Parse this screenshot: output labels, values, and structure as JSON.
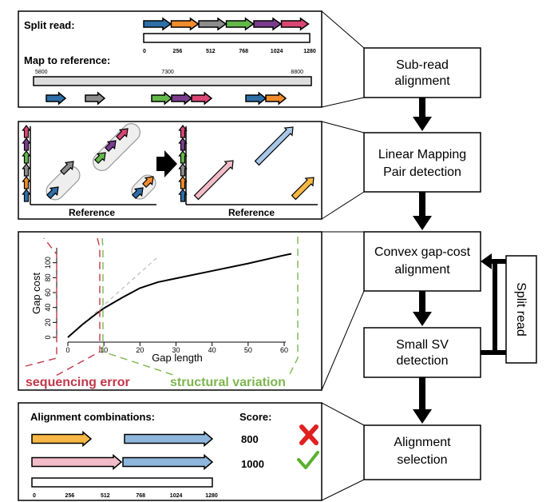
{
  "panel1": {
    "split_read_label": "Split read:",
    "map_label": "Map to reference:",
    "read_ticks": [
      "0",
      "256",
      "512",
      "768",
      "1024",
      "1280"
    ],
    "ref_ticks": [
      "5800",
      "7300",
      "8800"
    ],
    "segment_colors": [
      "#2e6fa8",
      "#f08c2b",
      "#8c8c8c",
      "#63b84a",
      "#7b3c8e",
      "#d94674"
    ]
  },
  "panel2": {
    "xlabel_left": "Reference",
    "xlabel_right": "Reference"
  },
  "panel3": {
    "ylabel": "Gap cost",
    "xlabel": "Gap length",
    "x_ticks": [
      "0",
      "10",
      "20",
      "30",
      "40",
      "50",
      "60"
    ],
    "y_ticks": [
      "0",
      "20",
      "40",
      "60",
      "80",
      "100"
    ],
    "label_seq_error": "sequencing error",
    "label_sv": "structural variation",
    "color_seq_error": "#c0394b",
    "color_sv": "#7db64e"
  },
  "panel4": {
    "combinations_label": "Alignment combinations:",
    "score_label": "Score:",
    "scores": [
      "800",
      "1000"
    ],
    "read_ticks": [
      "0",
      "256",
      "512",
      "768",
      "1024",
      "1280"
    ]
  },
  "flow": {
    "step1": [
      "Sub-read",
      "alignment"
    ],
    "step2": [
      "Linear Mapping",
      "Pair detection"
    ],
    "step3": [
      "Convex gap-cost",
      "alignment"
    ],
    "step4": [
      "Small SV",
      "detection"
    ],
    "step5": [
      "Alignment",
      "selection"
    ],
    "side_label": "Split read"
  },
  "chart_data": {
    "type": "line",
    "xlabel": "Gap length",
    "ylabel": "Gap cost",
    "xlim": [
      0,
      62
    ],
    "ylim": [
      0,
      120
    ],
    "x_ticks": [
      0,
      10,
      20,
      30,
      40,
      50,
      60
    ],
    "y_ticks": [
      0,
      20,
      40,
      60,
      80,
      100
    ],
    "series": [
      {
        "x": [
          0,
          4,
          8,
          10,
          15,
          20,
          25,
          30,
          40,
          50,
          60,
          62
        ],
        "values": [
          0,
          17,
          32,
          39,
          53,
          66,
          74,
          79,
          89,
          99,
          110,
          112
        ]
      }
    ],
    "linear_reference": {
      "x": [
        0,
        25
      ],
      "values": [
        0,
        108
      ]
    },
    "thresholds": [
      9,
      10
    ]
  }
}
